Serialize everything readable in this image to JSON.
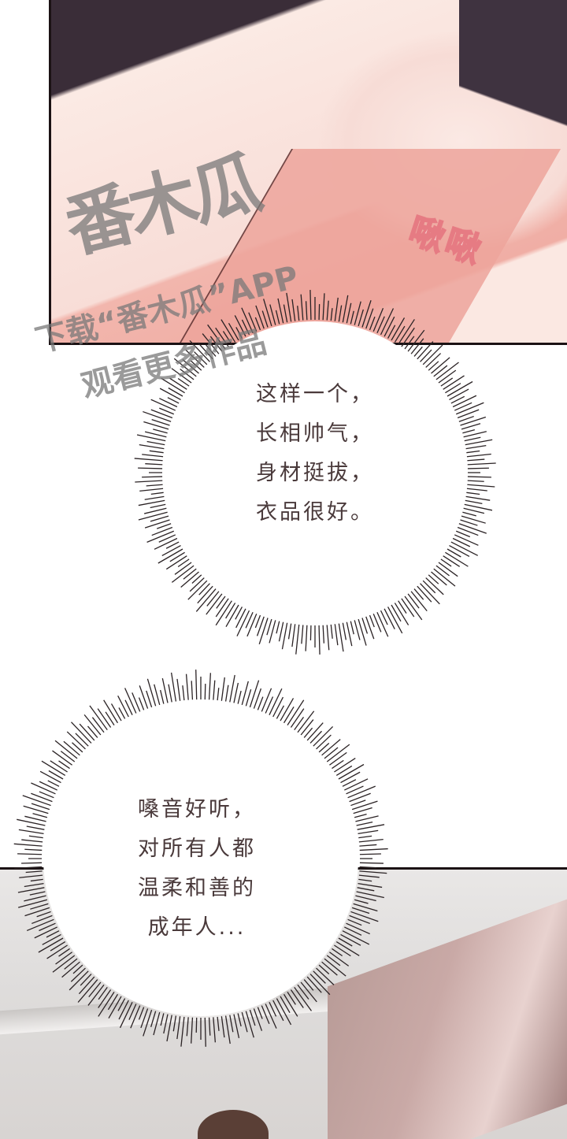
{
  "panels": {
    "top": {
      "sfx": "啾啾",
      "watermark": {
        "logo": "番木瓜",
        "line1": "下载“番木瓜”APP",
        "line2": "观看更多作品"
      }
    }
  },
  "bubbles": [
    {
      "lines": [
        "这样一个，",
        "长相帅气，",
        "身材挺拔，",
        "衣品很好。"
      ]
    },
    {
      "lines": [
        "嗓音好听，",
        "对所有人都",
        "温柔和善的",
        "成年人..."
      ]
    }
  ],
  "colors": {
    "text": "#4a3a3b",
    "sfx": "#e67b83",
    "panel_border": "#1b1214"
  }
}
